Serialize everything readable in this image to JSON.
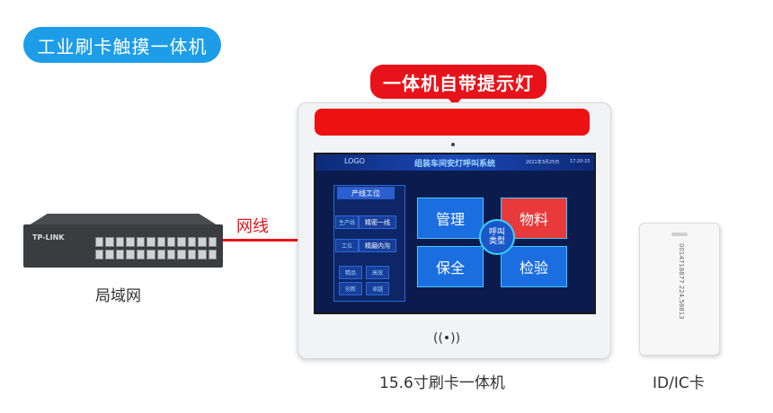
{
  "labels": {
    "title_pill": "工业刷卡触摸一体机",
    "light_callout": "一体机自带提示灯",
    "network": "网线",
    "lan": "局域网",
    "device": "15.6寸刷卡一体机",
    "card": "ID/IC卡"
  },
  "switch": {
    "brand": "TP-LINK"
  },
  "screen": {
    "logo": "LOGO",
    "title": "组装车间安灯呼叫系统",
    "date": "2021年3月25日",
    "time": "17:20:15",
    "panel_title": "产线工位",
    "chip_line": "生产线",
    "chip_line_value": "精密一线",
    "chip_station": "工位",
    "chip_station_value": "精磨内沟",
    "tags": [
      "精品",
      "高效",
      "创新",
      "卓越"
    ],
    "tiles": [
      "管理",
      "物料",
      "保全",
      "检验"
    ],
    "center_top": "呼叫",
    "center_bottom": "类型"
  },
  "nfc_symbol": "((•))",
  "card_number": "0014718877 224,58813",
  "colors": {
    "accent_blue": "#1d9de7",
    "alert_red": "#e8121a",
    "screen_bg": "#0b1b4d",
    "tile_red": "#e83a3a",
    "tile_blue": "#1b6ee0"
  }
}
